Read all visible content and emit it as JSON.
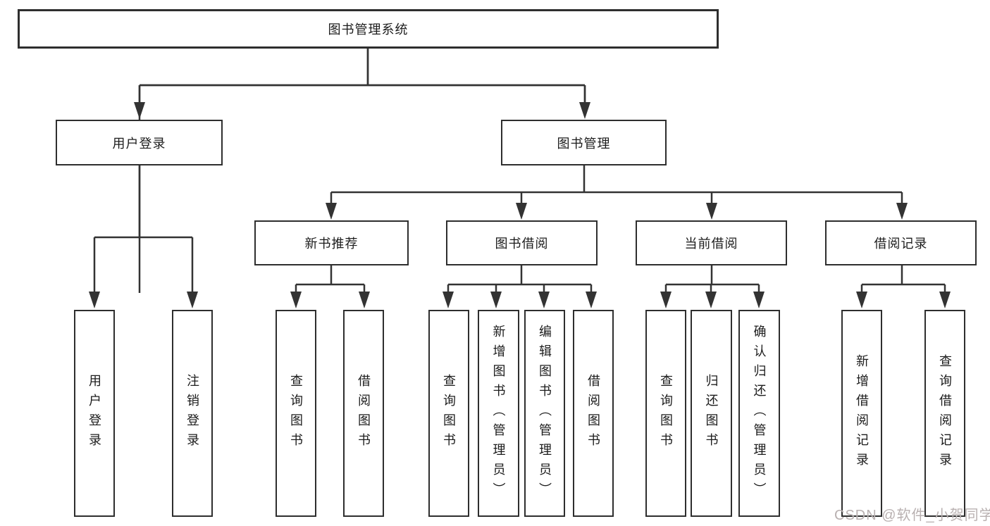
{
  "diagram": {
    "root": {
      "label": "图书管理系统"
    },
    "level2": [
      {
        "label": "用户登录"
      },
      {
        "label": "图书管理"
      }
    ],
    "level3": [
      {
        "label": "新书推荐"
      },
      {
        "label": "图书借阅"
      },
      {
        "label": "当前借阅"
      },
      {
        "label": "借阅记录"
      }
    ],
    "leaves": [
      {
        "label": "用户登录"
      },
      {
        "label": "注销登录"
      },
      {
        "label": "查询图书"
      },
      {
        "label": "借阅图书"
      },
      {
        "label": "查询图书"
      },
      {
        "label": "新增图书（管理员）"
      },
      {
        "label": "编辑图书（管理员）"
      },
      {
        "label": "借阅图书"
      },
      {
        "label": "查询图书"
      },
      {
        "label": "归还图书"
      },
      {
        "label": "确认归还（管理员）"
      },
      {
        "label": "新增借阅记录"
      },
      {
        "label": "查询借阅记录"
      }
    ]
  },
  "watermark": "CSDN @软件_小贺同学",
  "colors": {
    "line": "#333333",
    "box_border": "#2e2e2e",
    "background": "#ffffff",
    "text": "#1c1c1c",
    "watermark": "#b9b1b1"
  }
}
